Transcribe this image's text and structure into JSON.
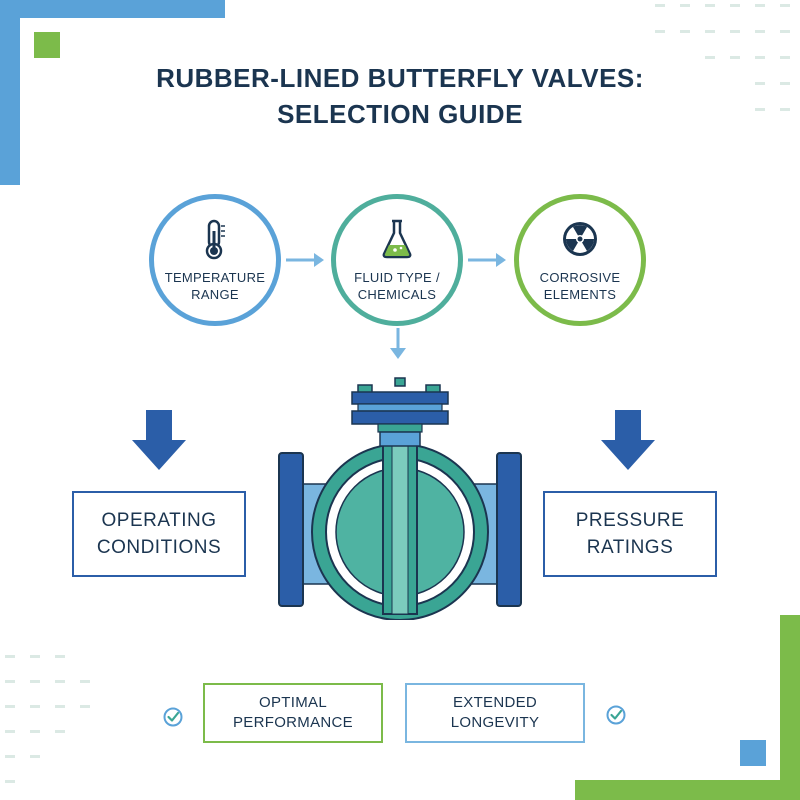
{
  "title": {
    "line1": "RUBBER-LINED BUTTERFLY VALVES:",
    "line2": "SELECTION GUIDE"
  },
  "factors": [
    {
      "line1": "TEMPERATURE",
      "line2": "RANGE",
      "icon": "thermometer-icon",
      "color": "#5aa2d8"
    },
    {
      "line1": "FLUID TYPE /",
      "line2": "CHEMICALS",
      "icon": "flask-icon",
      "color": "#4fae9c"
    },
    {
      "line1": "CORROSIVE",
      "line2": "ELEMENTS",
      "icon": "hazard-icon",
      "color": "#7cbb4a"
    }
  ],
  "considerations": {
    "left": {
      "line1": "OPERATING",
      "line2": "CONDITIONS"
    },
    "right": {
      "line1": "PRESSURE",
      "line2": "RATINGS"
    }
  },
  "outcomes": {
    "left": {
      "line1": "OPTIMAL",
      "line2": "PERFORMANCE",
      "color": "#7cbb4a"
    },
    "right": {
      "line1": "EXTENDED",
      "line2": "LONGEVITY",
      "color": "#7ab6e0"
    }
  },
  "colors": {
    "dark_blue": "#2b5ea8",
    "teal": "#3aa594",
    "light_blue": "#5aa2d8",
    "green": "#7cbb4a",
    "navy_text": "#1b3550"
  }
}
